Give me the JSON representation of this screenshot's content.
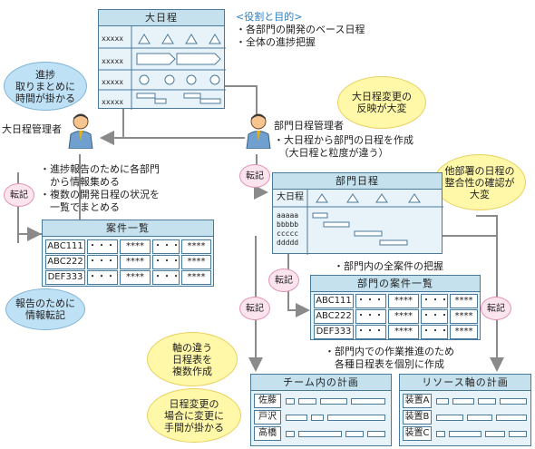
{
  "master": {
    "title": "大日程",
    "rows": [
      "xxxxx",
      "xxxxx",
      "xxxxx",
      "xxxxx"
    ]
  },
  "role": {
    "heading": "<役割と目的>",
    "items": [
      "・各部門の開発のベース日程",
      "・全体の進捗把握"
    ]
  },
  "bubbles": {
    "progress": [
      "進捗",
      "取りまとめに",
      "時間が掛かる"
    ],
    "change": [
      "大日程変更の",
      "反映が大変"
    ],
    "consistency": [
      "他部署の日程の",
      "整合性の確認が",
      "大変"
    ],
    "report": [
      "報告のために",
      "情報転記"
    ],
    "axis": [
      "軸の違う",
      "日程表を",
      "複数作成"
    ],
    "schedchange": [
      "日程変更の",
      "場合に変更に",
      "手間が掛かる"
    ]
  },
  "manager": {
    "label": "大日程管理者",
    "notes": [
      "・進捗報告のために各部門",
      "　から情報集める",
      "・複数の開発日程の状況を",
      "　一覧でまとめる"
    ]
  },
  "dept_manager": {
    "label": "部門日程管理者",
    "notes": [
      "・大日程から部門の日程を作成",
      "　（大日程と粒度が違う）"
    ]
  },
  "transcribe": "転記",
  "case_list": {
    "title": "案件一覧",
    "rows": [
      [
        "ABC111",
        "・・・・",
        "****",
        "・・・・",
        "****"
      ],
      [
        "ABC222",
        "・・・・",
        "****",
        "・・・・",
        "****"
      ],
      [
        "DEF333",
        "・・・・",
        "****",
        "・・・・",
        "****"
      ]
    ]
  },
  "dept_sched": {
    "title": "部門日程",
    "head_label": "大日程",
    "rows": [
      "aaaaa",
      "bbbbb",
      "ccccc",
      "ddddd"
    ]
  },
  "dept_note": "・部門内の全案件の把握",
  "dept_cases": {
    "title": "部門の案件一覧",
    "rows": [
      [
        "ABC111",
        "・・・・",
        "****",
        "・・・・",
        "****"
      ],
      [
        "ABC222",
        "・・・・",
        "****",
        "・・・・",
        "****"
      ],
      [
        "DEF333",
        "・・・・",
        "****",
        "・・・・",
        "****"
      ]
    ]
  },
  "work_note": [
    "・部門内での作業推進のため",
    "　各種日程表を個別に作成"
  ],
  "team_plan": {
    "title": "チーム内の計画",
    "rows": [
      "佐藤",
      "戸沢",
      "高橋"
    ]
  },
  "resource_plan": {
    "title": "リソース軸の計画",
    "rows": [
      "装置A",
      "装置B",
      "装置C"
    ]
  },
  "colors": {
    "border": "#4a7a9a",
    "panel": "#e8f3f9",
    "header": "#c5e1ee",
    "arrow": "#8a8a8a",
    "yellow": "#fff8a8",
    "blue": "#bfe1f5",
    "pink": "#fce4ee",
    "accent_text": "#2b7fc0"
  }
}
